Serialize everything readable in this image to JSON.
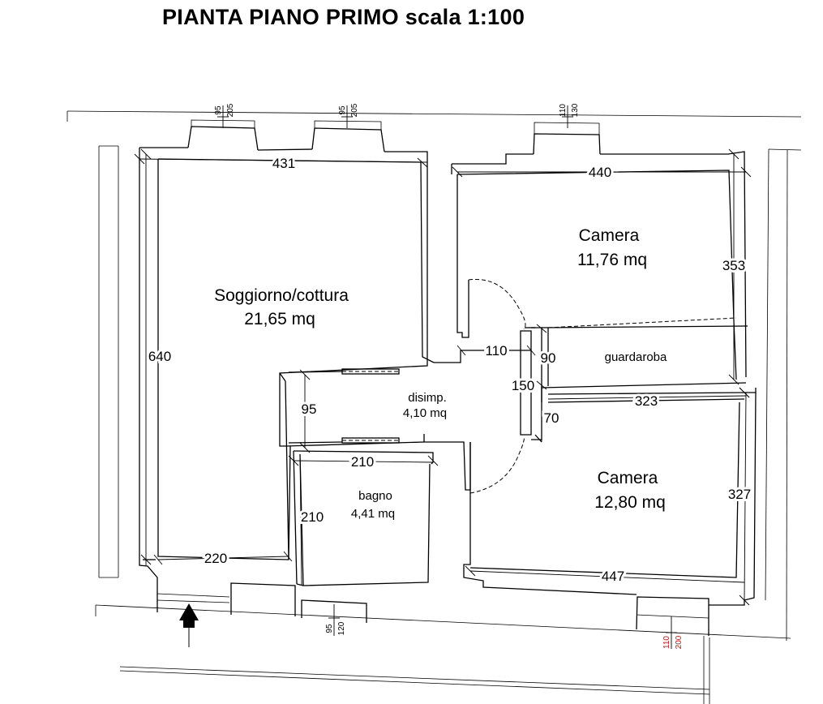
{
  "title": "PIANTA PIANO PRIMO scala 1:100",
  "rooms": {
    "living": {
      "name": "Soggiorno/cottura",
      "area": "21,65 mq"
    },
    "bedroom1": {
      "name": "Camera",
      "area": "11,76 mq"
    },
    "bedroom2": {
      "name": "Camera",
      "area": "12,80 mq"
    },
    "hall": {
      "name": "disimp.",
      "area": "4,10 mq"
    },
    "bath": {
      "name": "bagno",
      "area": "4,41 mq"
    },
    "wardrobe": {
      "name": "guardaroba"
    }
  },
  "dimensions": {
    "living_width_top": "431",
    "living_height": "640",
    "living_width_bottom": "220",
    "bedroom1_width": "440",
    "bedroom1_height": "353",
    "hall_width": "110",
    "wardrobe_depth": "90",
    "hall_length": "150",
    "closet_depth": "95",
    "passage": "70",
    "wardrobe_width": "323",
    "bath_width": "210",
    "bath_depth": "210",
    "bedroom2_height": "327",
    "bedroom2_width": "447"
  },
  "windows": {
    "w1": {
      "width": "95",
      "height": "205"
    },
    "w2": {
      "width": "95",
      "height": "205"
    },
    "w3": {
      "width": "110",
      "height": "130"
    },
    "w4": {
      "width": "95",
      "height": "120"
    },
    "w5": {
      "width": "110",
      "height": "200"
    }
  },
  "colors": {
    "lines": "#000000",
    "window_label_red": "#c81414"
  }
}
